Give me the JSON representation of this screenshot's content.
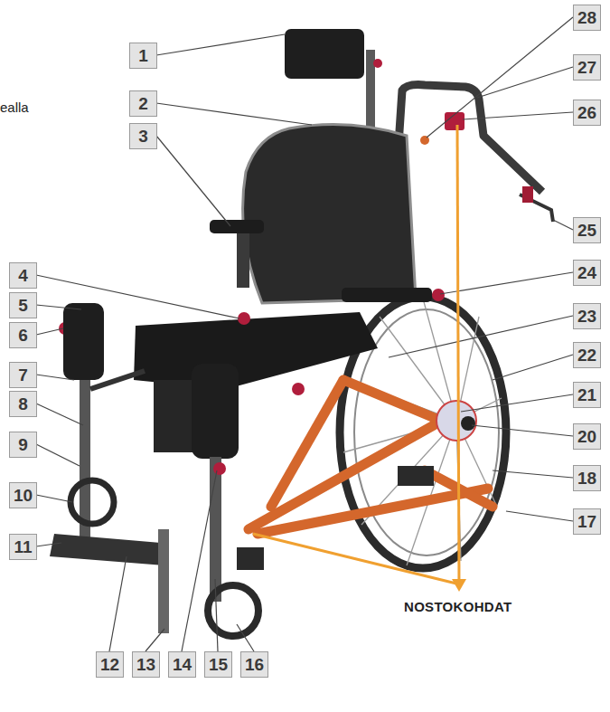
{
  "diagram": {
    "labels": [
      "ealla",
      "1",
      "2",
      "3",
      "4",
      "5",
      "6",
      "7",
      "8",
      "9",
      "10",
      "11",
      "12",
      "13",
      "14",
      "15",
      "16",
      "17",
      "18",
      "20",
      "21",
      "22",
      "23",
      "24",
      "25",
      "26",
      "27",
      "28",
      "NOSTOKOHDAT"
    ]
  }
}
